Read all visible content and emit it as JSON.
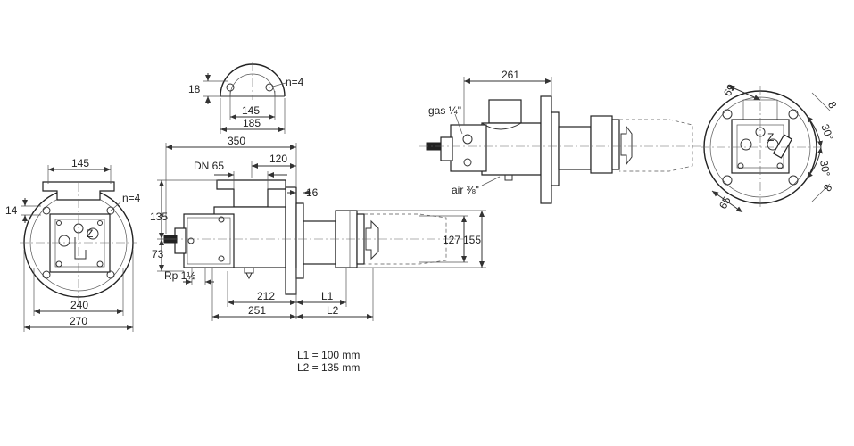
{
  "front_view": {
    "d_145": "145",
    "n_holes": "n=4",
    "d_14": "14",
    "d_240": "240",
    "d_270": "270",
    "letter_z": "Z"
  },
  "flange_top": {
    "d_18": "18",
    "n_holes": "n=4",
    "d_145": "145",
    "d_185": "185"
  },
  "side_view": {
    "d_350": "350",
    "dn": "DN 65",
    "d_120": "120",
    "d_16": "16",
    "d_135": "135",
    "d_73": "73",
    "rp": "Rp 1½",
    "d_212": "212",
    "d_251": "251",
    "l1": "L1",
    "l2": "L2",
    "d_127": "127",
    "d_155": "155"
  },
  "right_side_view": {
    "d_261": "261",
    "gas": "gas ¼\"",
    "air": "air ⅜\""
  },
  "rear_view": {
    "d_69": "69",
    "d_8a": "8",
    "d_30a": "30°",
    "d_30b": "30°",
    "d_8b": "8",
    "d_65": "65",
    "letter_z": "Z"
  },
  "notes": {
    "l1_line": "L1 = 100 mm",
    "l2_line": "L2 = 135 mm"
  }
}
